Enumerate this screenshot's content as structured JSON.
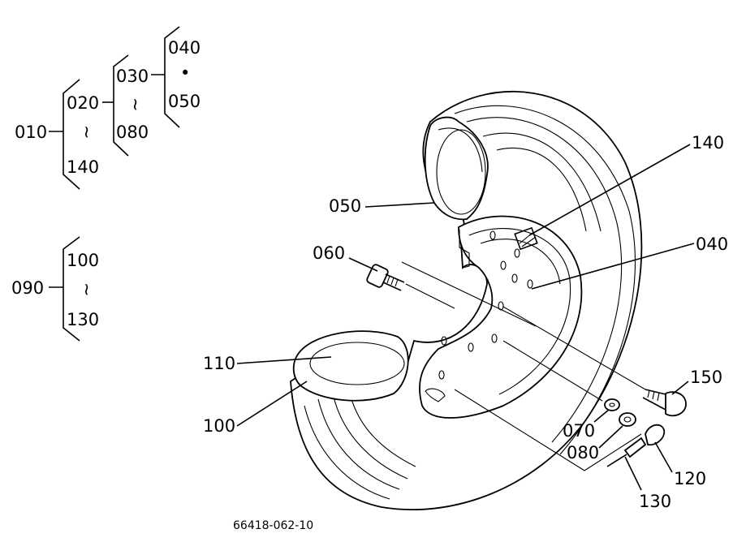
{
  "tree": {
    "n010": "010",
    "n020": "020",
    "n140a": "140",
    "n030": "030",
    "n080a": "080",
    "n040a": "040",
    "n050a": "050",
    "n090": "090",
    "n100a": "100",
    "n130a": "130",
    "dot": "•",
    "tilde": "~"
  },
  "callouts": {
    "c140": "140",
    "c050": "050",
    "c060": "060",
    "c040": "040",
    "c110": "110",
    "c100": "100",
    "c150": "150",
    "c070": "070",
    "c080": "080",
    "c120": "120",
    "c130": "130"
  },
  "footer": {
    "drawing_code": "66418-062-10"
  }
}
